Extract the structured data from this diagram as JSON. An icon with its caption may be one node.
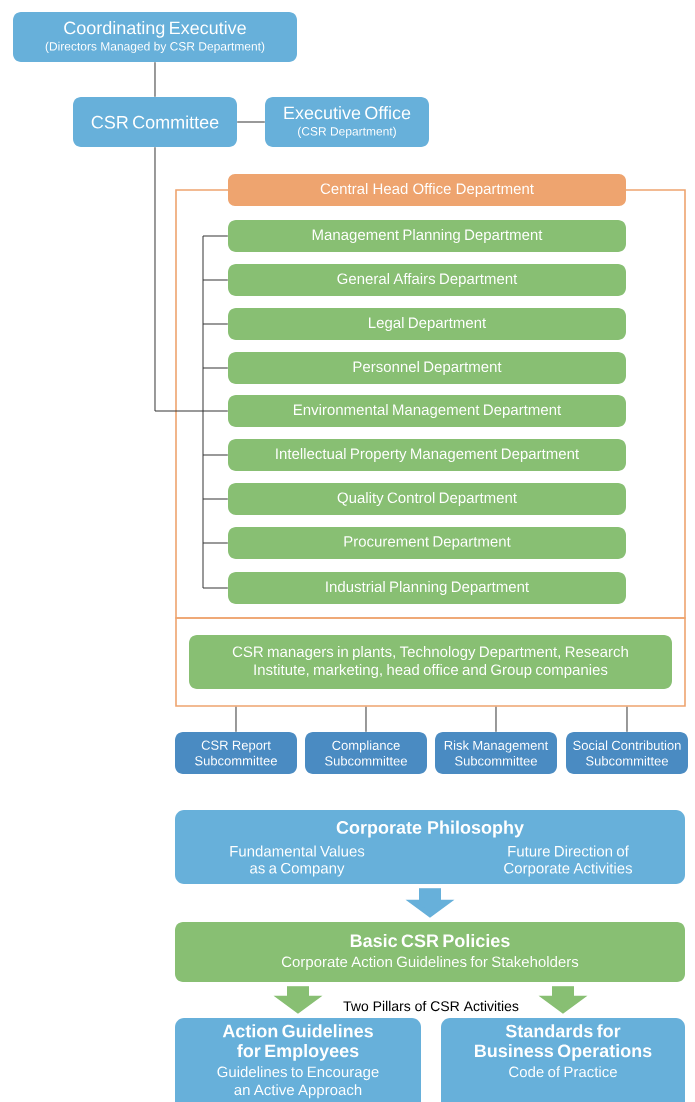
{
  "diagram": {
    "nodes": [
      {
        "text": [
          "Coordinating Executive",
          "(Directors Managed by CSR Department)"
        ]
      },
      {
        "text": [
          "CSR Committee"
        ]
      },
      {
        "text": [
          "Executive Office",
          "(CSR Department)"
        ]
      },
      {
        "text": [
          "Central Head Office Department"
        ]
      },
      {
        "text": [
          "Management Planning Department"
        ],
        "in": 3
      },
      {
        "text": [
          "General Affairs Department"
        ],
        "in": 3
      },
      {
        "text": [
          "Legal Department"
        ],
        "in": 3
      },
      {
        "text": [
          "Personnel Department"
        ],
        "in": 3
      },
      {
        "text": [
          "Environmental Management Department"
        ],
        "in": 3
      },
      {
        "text": [
          "Intellectual Property Management Department"
        ],
        "in": 3
      },
      {
        "text": [
          "Quality Control Department"
        ],
        "in": 3
      },
      {
        "text": [
          "Procurement Department"
        ],
        "in": 3
      },
      {
        "text": [
          "Industrial Planning Department"
        ],
        "in": 3
      },
      {
        "text": [],
        "shape": "box"
      },
      {
        "text": [
          "CSR managers in plants, Technology Department, Research Institute, marketing, head office and Group companies"
        ],
        "in": 13
      },
      {
        "text": [
          "CSR Report Subcommittee"
        ]
      },
      {
        "text": [
          "Compliance Subcommittee"
        ]
      },
      {
        "text": [
          "Risk Management Subcommittee"
        ]
      },
      {
        "text": [
          "Social Contribution Subcommittee"
        ]
      },
      {
        "text": [
          "Corporate Philosophy",
          "Fundamental Values as a Company",
          "Future Direction of Corporate Activities"
        ]
      },
      {
        "text": [
          "Basic CSR Policies",
          "Corporate Action Guidelines for Stakeholders"
        ]
      },
      {
        "text": [
          "Action Guidelines for Employees",
          "Guidelines to Encourage an Active Approach"
        ]
      },
      {
        "text": [
          "Standards for Business Operations",
          "Code of Practice"
        ]
      }
    ],
    "edges": [
      {
        "from": 0,
        "to": 1,
        "arrow": "none"
      },
      {
        "from": 1,
        "to": 2,
        "arrow": "none"
      },
      {
        "from": 1,
        "to": 4,
        "arrow": "none"
      },
      {
        "from": 1,
        "to": 5,
        "arrow": "none"
      },
      {
        "from": 1,
        "to": 6,
        "arrow": "none"
      },
      {
        "from": 1,
        "to": 7,
        "arrow": "none"
      },
      {
        "from": 1,
        "to": 8,
        "arrow": "none"
      },
      {
        "from": 1,
        "to": 9,
        "arrow": "none"
      },
      {
        "from": 1,
        "to": 10,
        "arrow": "none"
      },
      {
        "from": 1,
        "to": 11,
        "arrow": "none"
      },
      {
        "from": 1,
        "to": 12,
        "arrow": "none"
      },
      {
        "from": 13,
        "to": 15,
        "arrow": "none"
      },
      {
        "from": 13,
        "to": 16,
        "arrow": "none"
      },
      {
        "from": 13,
        "to": 17,
        "arrow": "none"
      },
      {
        "from": 13,
        "to": 18,
        "arrow": "none"
      },
      {
        "from": 19,
        "to": 20,
        "arrow": "to",
        "style": "thick",
        "color": "#67b0da"
      },
      {
        "from": 20,
        "to": 21,
        "arrow": "to",
        "style": "thick",
        "color": "#88bf73"
      },
      {
        "from": 20,
        "to": 22,
        "arrow": "to",
        "style": "thick",
        "color": "#88bf73"
      }
    ],
    "labels": [
      "Two Pillars of CSR Activities"
    ]
  }
}
